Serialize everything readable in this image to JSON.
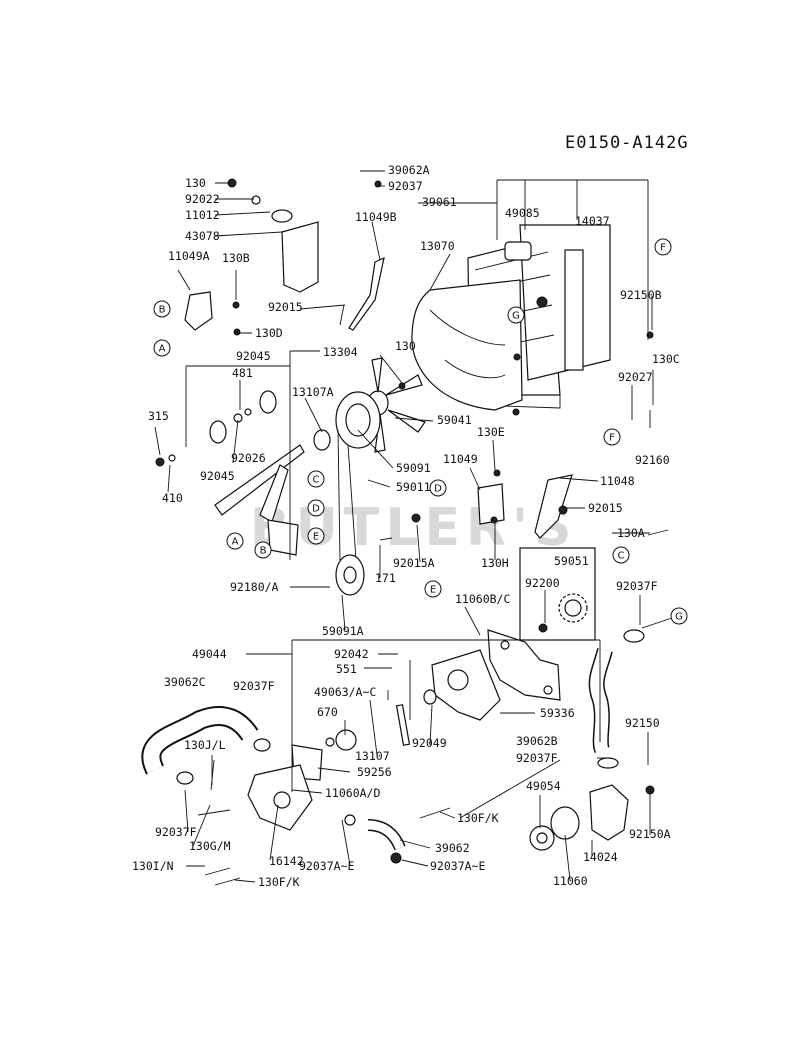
{
  "diagram_code": "E0150-A142G",
  "watermark": "BUTLER'S",
  "parts": {
    "p130": "130",
    "p92022": "92022",
    "p11012": "11012",
    "p43078": "43078",
    "p39062A": "39062A",
    "p92037": "92037",
    "p39061": "39061",
    "p49085": "49085",
    "p14037": "14037",
    "p11049B": "11049B",
    "p13070": "13070",
    "p11049A": "11049A",
    "p130B": "130B",
    "p92015": "92015",
    "p92150B": "92150B",
    "p130D": "130D",
    "p130_2": "130",
    "p130C": "130C",
    "p13304": "13304",
    "p92045": "92045",
    "p481": "481",
    "p92027": "92027",
    "p13107A": "13107A",
    "p315": "315",
    "p59041": "59041",
    "p92160": "92160",
    "p130E": "130E",
    "p92026": "92026",
    "p410": "410",
    "p11049": "11049",
    "p59091": "59091",
    "p92045b": "92045",
    "p59011": "59011",
    "p11048": "11048",
    "p92015b": "92015",
    "p130A": "130A",
    "p92015A": "92015A",
    "p130H": "130H",
    "p171": "171",
    "p59051": "59051",
    "p92180A": "92180/A",
    "p92200": "92200",
    "p92037F": "92037F",
    "p11060BC": "11060B/C",
    "p59091A": "59091A",
    "p49044": "49044",
    "p92042": "92042",
    "p551": "551",
    "p39062C": "39062C",
    "p92037F_b": "92037F",
    "p49063AC": "49063/A~C",
    "p670": "670",
    "p59336": "59336",
    "p92150": "92150",
    "p130JL": "130J/L",
    "p92049": "92049",
    "p13107": "13107",
    "p39062B": "39062B",
    "p59256": "59256",
    "p92037F_c": "92037F",
    "p11060AD": "11060A/D",
    "p49054": "49054",
    "p130FK": "130F/K",
    "p92037F_d": "92037F",
    "p130GM": "130G/M",
    "p92150A": "92150A",
    "p14024": "14024",
    "p39062": "39062",
    "p130IN": "130I/N",
    "p16142": "16142",
    "p92037AE": "92037A~E",
    "p92037AE_b": "92037A~E",
    "p130FK_b": "130F/K",
    "p11060": "11060"
  },
  "callouts": {
    "A1": "A",
    "B1": "B",
    "C1": "C",
    "D1": "D",
    "E1": "E",
    "A2": "A",
    "B2": "B",
    "F1": "F",
    "G1": "G",
    "F2": "F",
    "C2": "C",
    "D2": "D",
    "E2": "E",
    "G2": "G"
  }
}
